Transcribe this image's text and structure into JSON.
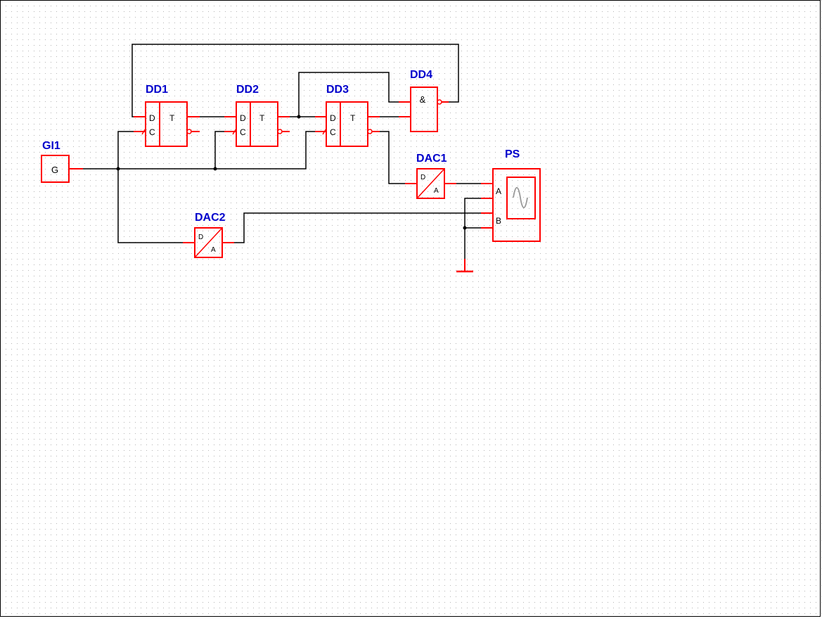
{
  "components": {
    "gen": {
      "ref": "GI1",
      "symbol": "G"
    },
    "dd1": {
      "ref": "DD1",
      "pin_d": "D",
      "pin_c": "C",
      "func": "T"
    },
    "dd2": {
      "ref": "DD2",
      "pin_d": "D",
      "pin_c": "C",
      "func": "T"
    },
    "dd3": {
      "ref": "DD3",
      "pin_d": "D",
      "pin_c": "C",
      "func": "T"
    },
    "dd4": {
      "ref": "DD4",
      "func": "&"
    },
    "dac1": {
      "ref": "DAC1",
      "pin_in": "D",
      "pin_out": "A"
    },
    "dac2": {
      "ref": "DAC2",
      "pin_in": "D",
      "pin_out": "A"
    },
    "ps": {
      "ref": "PS",
      "pin_a": "A",
      "pin_b": "B",
      "icon": "sine-wave-icon"
    }
  },
  "colors": {
    "component": "#ff0000",
    "wire": "#000000",
    "label": "#0000cc",
    "grid": "#c8c8c8",
    "scope_wave": "#999999"
  }
}
